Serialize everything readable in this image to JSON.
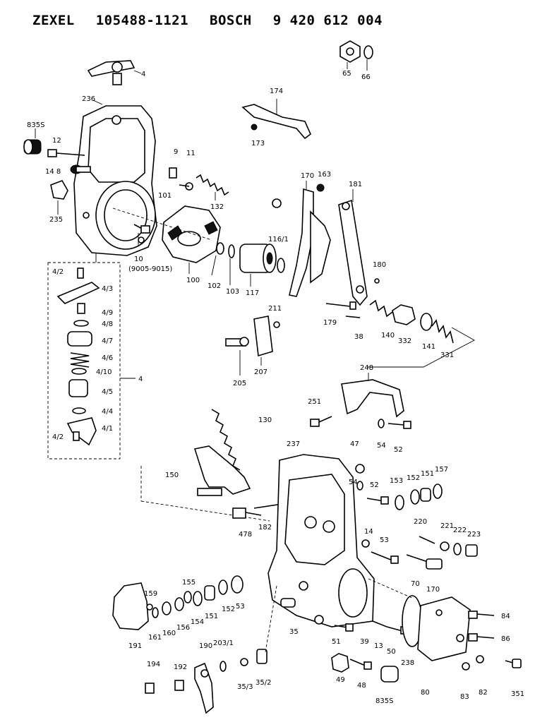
{
  "header": {
    "brand1": "ZEXEL",
    "part1": "105488-1121",
    "brand2": "BOSCH",
    "part2": "9 420 612 004"
  },
  "labels": {
    "l65": "65",
    "l66": "66",
    "l4_top": "4",
    "l236": "236",
    "l174": "174",
    "l173": "173",
    "l835s_top": "835S",
    "l12": "12",
    "l148": "14 8",
    "l235": "235",
    "l9": "9",
    "l11": "11",
    "l132": "132",
    "l101": "101",
    "l10": "10",
    "l9005": "(9005-9015)",
    "l100": "100",
    "l102": "102",
    "l103": "103",
    "l117": "117",
    "l170_top": "170",
    "l163": "163",
    "l181": "181",
    "l116_1": "116/1",
    "l180": "180",
    "l179": "179",
    "l38": "38",
    "l140": "140",
    "l332": "332",
    "l141": "141",
    "l331": "331",
    "l211": "211",
    "l205": "205",
    "l207": "207",
    "l248": "248",
    "l251": "251",
    "l54_a": "54",
    "l52_a": "52",
    "l130": "130",
    "l237": "237",
    "l47": "47",
    "l54_b": "54",
    "l52_b": "52",
    "l153": "153",
    "l152_a": "152",
    "l151_a": "151",
    "l157": "157",
    "l150": "150",
    "l478": "478",
    "l182": "182",
    "l14": "14",
    "l53_a": "53",
    "l220": "220",
    "l221": "221",
    "l222": "222",
    "l223": "223",
    "l70": "70",
    "l170_b": "170",
    "l159": "159",
    "l155": "155",
    "l161": "161",
    "l160": "160",
    "l156": "156",
    "l154": "154",
    "l151_b": "151",
    "l152_b": "152",
    "l53_b": "53",
    "l35": "35",
    "l191": "191",
    "l51": "51",
    "l39": "39",
    "l13": "13",
    "l50": "50",
    "l238": "238",
    "l84": "84",
    "l86": "86",
    "l194": "194",
    "l192": "192",
    "l190": "190",
    "l203_1": "203/1",
    "l35_3": "35/3",
    "l35_2": "35/2",
    "l49": "49",
    "l48": "48",
    "l835s_bot": "835S",
    "l80": "80",
    "l83": "83",
    "l82": "82",
    "l351": "351",
    "l4_2a": "4/2",
    "l4_3": "4/3",
    "l4_9": "4/9",
    "l4_8": "4/8",
    "l4_7": "4/7",
    "l4_6": "4/6",
    "l4_10": "4/10",
    "l4_5": "4/5",
    "l4_4": "4/4",
    "l4_1": "4/1",
    "l4_2b": "4/2",
    "l4_box": "4"
  }
}
